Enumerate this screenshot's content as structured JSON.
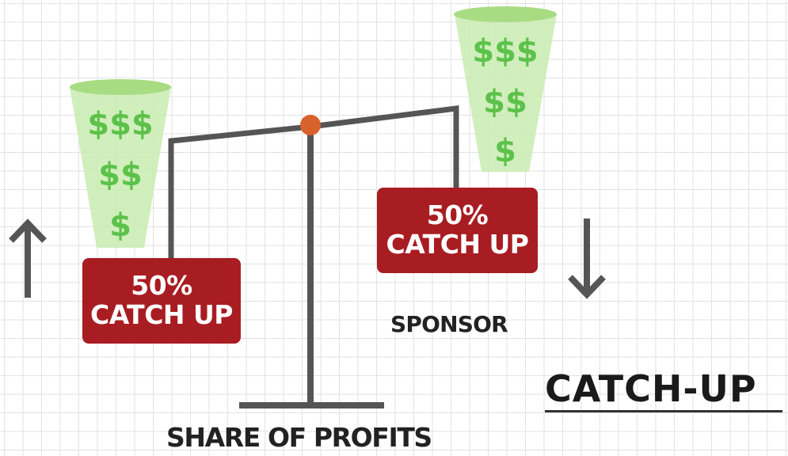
{
  "labels": {
    "left_tag_percent": "50%",
    "left_tag_text": "CATCH UP",
    "right_tag_percent": "50%",
    "right_tag_text": "CATCH UP",
    "sponsor": "SPONSOR",
    "share_of_profits": "SHARE OF PROFITS",
    "catch_up_title": "CATCH-UP"
  },
  "cups": {
    "left_rows": [
      "$$$",
      "$$",
      "$"
    ],
    "right_rows": [
      "$$$",
      "$$",
      "$"
    ]
  },
  "icons": {
    "left_arrow": "arrow-up-icon",
    "right_arrow": "arrow-down-icon",
    "pivot": "pivot-dot"
  },
  "colors": {
    "tag_red": "#a81d22",
    "dollar_green": "#5cc24a",
    "cup_fill": "#c9ebb2",
    "cup_rim": "#a8dc82",
    "beam_gray": "#555555",
    "pivot_orange": "#d9612b",
    "text_dark": "#222222"
  }
}
